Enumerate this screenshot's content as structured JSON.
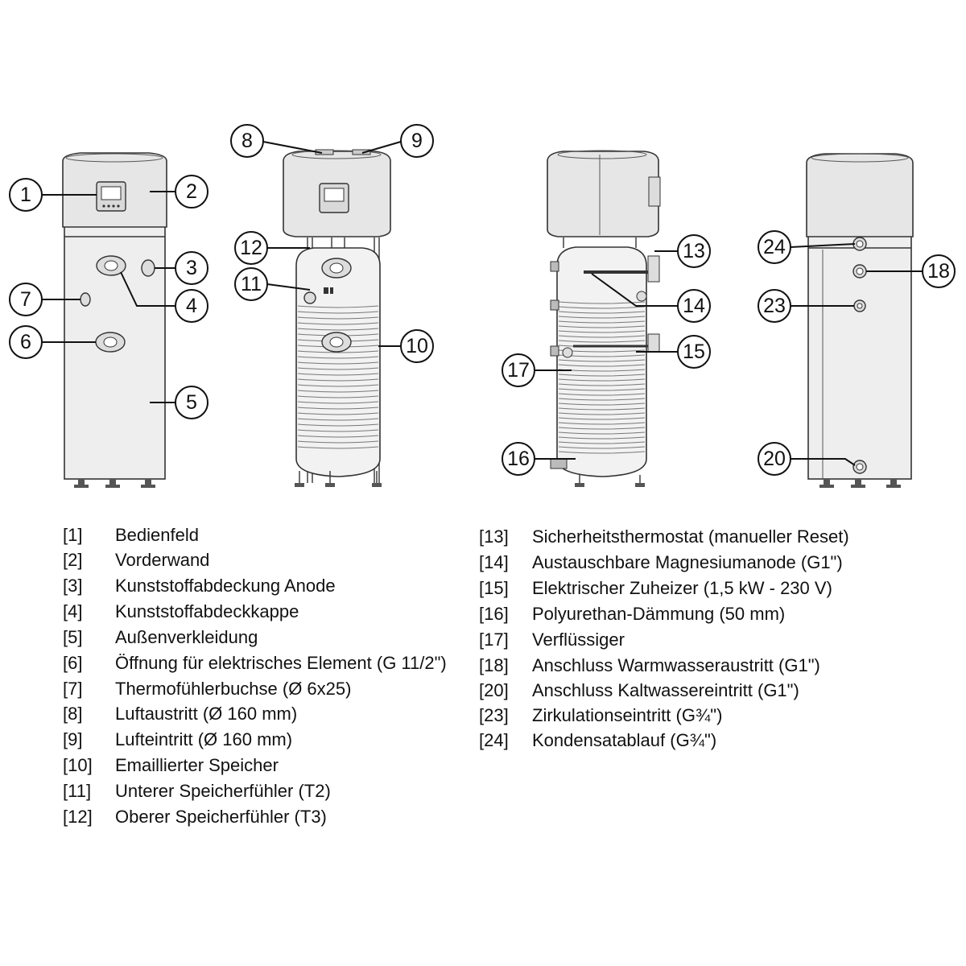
{
  "callouts": [
    "1",
    "2",
    "3",
    "4",
    "5",
    "6",
    "7",
    "8",
    "9",
    "10",
    "11",
    "12",
    "13",
    "14",
    "15",
    "16",
    "17",
    "18",
    "20",
    "23",
    "24"
  ],
  "legend_left": [
    {
      "num": "[1]",
      "text": "Bedienfeld"
    },
    {
      "num": "[2]",
      "text": "Vorderwand"
    },
    {
      "num": "[3]",
      "text": "Kunststoffabdeckung Anode"
    },
    {
      "num": "[4]",
      "text": "Kunststoffabdeckkappe"
    },
    {
      "num": "[5]",
      "text": "Außenverkleidung"
    },
    {
      "num": "[6]",
      "text": "Öffnung für elektrisches Element (G 11/2\")"
    },
    {
      "num": "[7]",
      "text": "Thermofühlerbuchse (Ø  6x25)"
    },
    {
      "num": "[8]",
      "text": "Luftaustritt (Ø  160 mm)"
    },
    {
      "num": "[9]",
      "text": "Lufteintritt (Ø  160 mm)"
    },
    {
      "num": "[10]",
      "text": "Emaillierter Speicher"
    },
    {
      "num": "[11]",
      "text": "Unterer Speicherfühler (T2)"
    },
    {
      "num": "[12]",
      "text": "Oberer Speicherfühler (T3)"
    }
  ],
  "legend_right": [
    {
      "num": "[13]",
      "text": "Sicherheitsthermostat (manueller Reset)"
    },
    {
      "num": "[14]",
      "text": "Austauschbare Magnesiumanode (G1\")"
    },
    {
      "num": "[15]",
      "text": "Elektrischer Zuheizer (1,5 kW - 230 V)"
    },
    {
      "num": "[16]",
      "text": "Polyurethan-Dämmung (50 mm)"
    },
    {
      "num": "[17]",
      "text": "Verflüssiger"
    },
    {
      "num": "[18]",
      "text": "Anschluss Warmwasseraustritt (G1\")"
    },
    {
      "num": "[20]",
      "text": "Anschluss Kaltwassereintritt (G1\")"
    },
    {
      "num": "[23]",
      "text": "Zirkulationseintritt (G¾\")"
    },
    {
      "num": "[24]",
      "text": "Kondensatablauf (G¾\")"
    }
  ]
}
